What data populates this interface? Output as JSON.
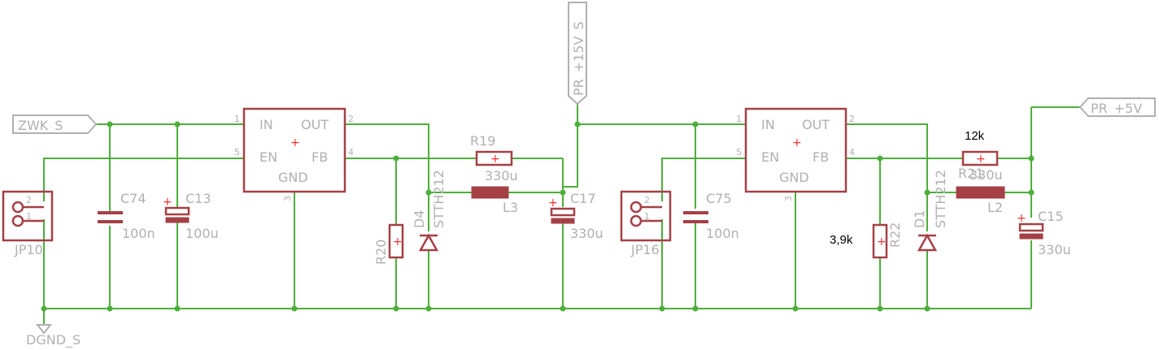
{
  "ports": {
    "input": "ZWK_S",
    "rail15": "PR_+15V_S",
    "out5": "PR_+5V",
    "ground": "DGND_S"
  },
  "reg1": {
    "pins": {
      "in": "IN",
      "out": "OUT",
      "en": "EN",
      "fb": "FB",
      "gnd": "GND"
    },
    "pin_numbers": {
      "p1": "1",
      "p2": "2",
      "p3": "3",
      "p4": "4",
      "p5": "5"
    }
  },
  "reg2": {
    "pins": {
      "in": "IN",
      "out": "OUT",
      "en": "EN",
      "fb": "FB",
      "gnd": "GND"
    },
    "pin_numbers": {
      "p1": "1",
      "p2": "2",
      "p3": "3",
      "p4": "4",
      "p5": "5"
    }
  },
  "components": {
    "jp10": {
      "name": "JP10",
      "pin1": "1",
      "pin2": "2"
    },
    "c74": {
      "name": "C74",
      "value": "100n"
    },
    "c13": {
      "name": "C13",
      "value": "100u"
    },
    "r20": {
      "name": "R20"
    },
    "d4": {
      "name": "D4",
      "value": "STTH212"
    },
    "r19": {
      "name": "R19"
    },
    "l3": {
      "name": "L3",
      "value": "330u"
    },
    "c17": {
      "name": "C17",
      "value": "330u"
    },
    "jp16": {
      "name": "JP16",
      "pin1": "1",
      "pin2": "2"
    },
    "c75": {
      "name": "C75",
      "value": "100n"
    },
    "r22": {
      "name": "R22",
      "note": "3,9k"
    },
    "d1": {
      "name": "D1",
      "value": "STTH212"
    },
    "r21": {
      "name": "R21",
      "note": "12k"
    },
    "l2": {
      "name": "L2",
      "value": "330u"
    },
    "c15": {
      "name": "C15",
      "value": "330u"
    }
  },
  "colors": {
    "wire": "#4caf3a",
    "part": "#a54046",
    "label": "#b0b0b0"
  }
}
